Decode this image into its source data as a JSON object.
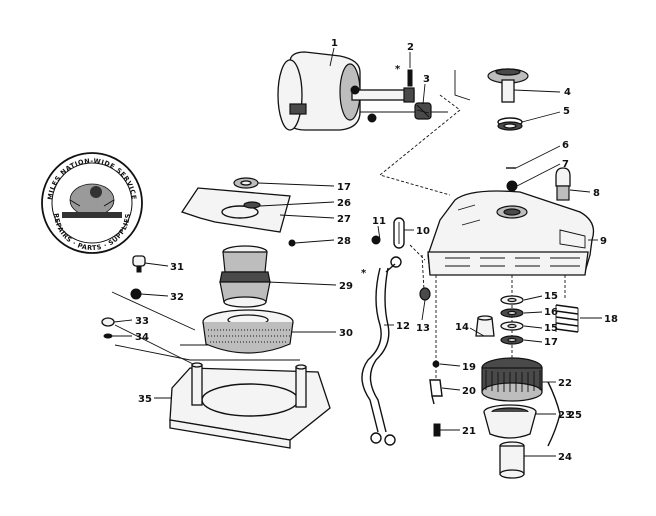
{
  "seal": {
    "top_text": "MILES NATION-WIDE SERVICE",
    "bottom_text": "REPAIRS · PARTS · SUPPLIES"
  },
  "part_labels": [
    {
      "num": "1"
    },
    {
      "num": "2"
    },
    {
      "num": "3"
    },
    {
      "num": "4"
    },
    {
      "num": "5"
    },
    {
      "num": "6"
    },
    {
      "num": "7"
    },
    {
      "num": "8"
    },
    {
      "num": "9"
    },
    {
      "num": "10"
    },
    {
      "num": "11"
    },
    {
      "num": "12"
    },
    {
      "num": "13"
    },
    {
      "num": "14"
    },
    {
      "num": "15"
    },
    {
      "num": "15"
    },
    {
      "num": "16"
    },
    {
      "num": "16"
    },
    {
      "num": "17"
    },
    {
      "num": "17"
    },
    {
      "num": "18"
    },
    {
      "num": "19"
    },
    {
      "num": "20"
    },
    {
      "num": "21"
    },
    {
      "num": "22"
    },
    {
      "num": "23"
    },
    {
      "num": "24"
    },
    {
      "num": "25"
    },
    {
      "num": "26"
    },
    {
      "num": "27"
    },
    {
      "num": "28"
    },
    {
      "num": "29"
    },
    {
      "num": "30"
    },
    {
      "num": "31"
    },
    {
      "num": "32"
    },
    {
      "num": "33"
    },
    {
      "num": "34"
    },
    {
      "num": "35"
    }
  ],
  "asterisk_marks": [
    "*",
    "*"
  ]
}
